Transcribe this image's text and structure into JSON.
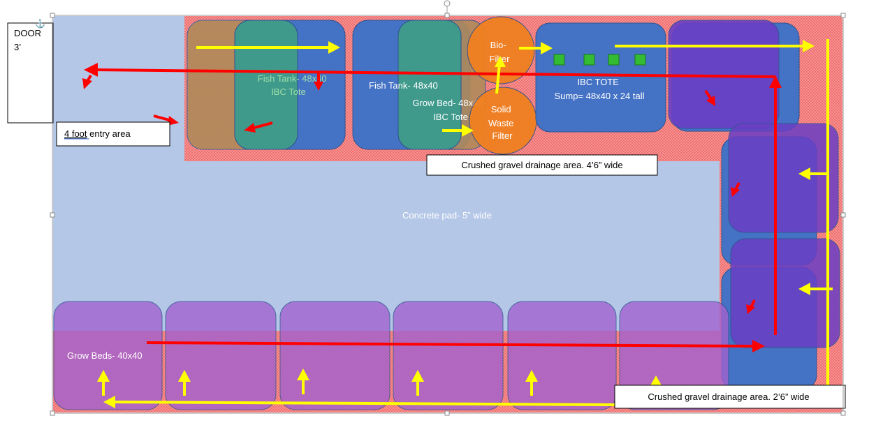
{
  "door_label": [
    "DOOR",
    "3’"
  ],
  "entry_area": {
    "word": "4 foot",
    "rest": " entry area"
  },
  "fish_tank_label": [
    "Fish Tank- 48x40",
    "IBC Tote"
  ],
  "fish_tank_2_label": "Fish Tank- 48x40",
  "grow_bed_tote_label": [
    "Grow Bed- 48x40-",
    "IBC Tote"
  ],
  "biofilter_label": [
    "Bio-",
    "Filter"
  ],
  "solid_waste_label": [
    "Solid",
    "Waste",
    "Filter"
  ],
  "ibc_tote_label": [
    "IBC TOTE",
    "Sump= 48x40 x 24 tall"
  ],
  "gravel_top_label": "Crushed gravel drainage area. 4’6” wide",
  "gravel_bottom_label": "Crushed gravel drainage area. 2’6” wide",
  "concrete_label": "Concrete pad- 5” wide",
  "grow_beds_label": "Grow Beds- 40x40",
  "colors": {
    "concrete": "#b4c7e7",
    "gravel": "#ff8a8a",
    "tank_blue": "#4472c4",
    "tank_teal": "#3f9a8c",
    "tank_tan": "#b08a5a",
    "filter_orange": "#f08020",
    "purple": "#7030a0",
    "bed_purple": "#9a66cc",
    "sump_square": "#33bb33",
    "red_arrow": "#ff0000",
    "yellow_arrow": "#ffff00"
  }
}
